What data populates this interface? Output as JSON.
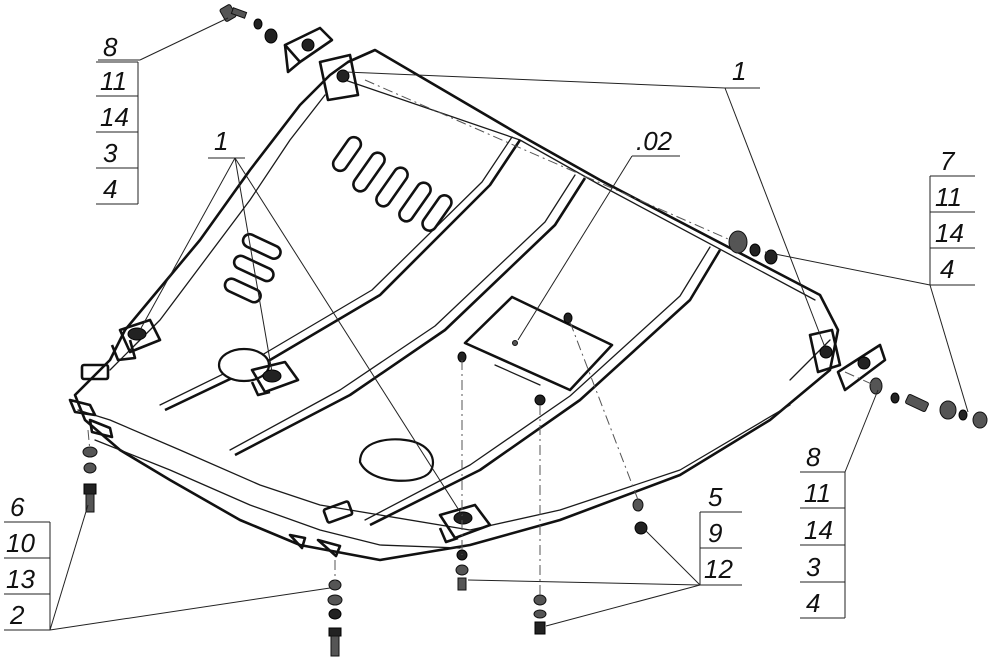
{
  "callouts": {
    "top_left_stack": [
      "8",
      "11",
      "14",
      "3",
      "4"
    ],
    "top_right_one": "1",
    "left_one": "1",
    "center_ref": ".02",
    "right_stack_top": [
      "7",
      "11",
      "14",
      "4"
    ],
    "right_stack_bottom": [
      "8",
      "11",
      "14",
      "3",
      "4"
    ],
    "bottom_center_stack": [
      "5",
      "9",
      "12"
    ],
    "bottom_left_stack": [
      "6",
      "10",
      "13",
      "2"
    ]
  }
}
